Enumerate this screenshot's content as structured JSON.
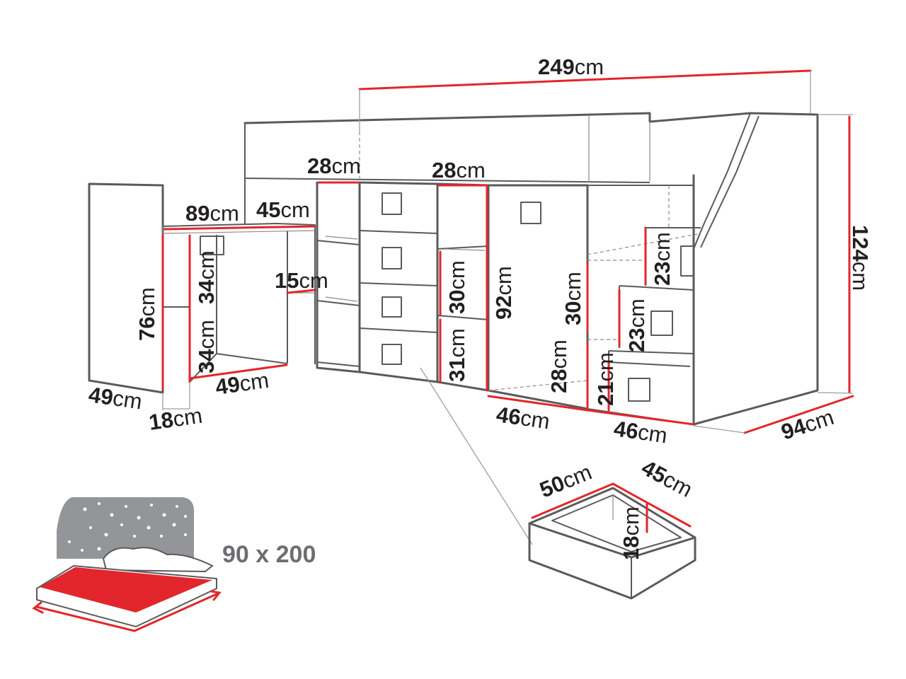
{
  "colors": {
    "dimension_line": "#e3262b",
    "outline": "#595a5c",
    "text": "#231f20",
    "caption": "#6d6e71",
    "mattress": "#e3262b",
    "headboard": "#939598"
  },
  "dimensions": {
    "total_length": {
      "value": "249",
      "unit": "cm"
    },
    "height": {
      "value": "124",
      "unit": "cm"
    },
    "depth": {
      "value": "94",
      "unit": "cm"
    },
    "top_cabinet_left": {
      "value": "28",
      "unit": "cm"
    },
    "top_cabinet_right": {
      "value": "28",
      "unit": "cm"
    },
    "desk_length": {
      "value": "89",
      "unit": "cm"
    },
    "desk_depth": {
      "value": "45",
      "unit": "cm"
    },
    "desk_height": {
      "value": "76",
      "unit": "cm"
    },
    "desk_shelf_upper": {
      "value": "34",
      "unit": "cm"
    },
    "desk_shelf_lower": {
      "value": "34",
      "unit": "cm"
    },
    "desk_shelf_gap": {
      "value": "15",
      "unit": "cm"
    },
    "desk_side_depth": {
      "value": "49",
      "unit": "cm"
    },
    "desk_shelf_depth": {
      "value": "18",
      "unit": "cm"
    },
    "desk_bottom_length": {
      "value": "49",
      "unit": "cm"
    },
    "shelf_upper": {
      "value": "30",
      "unit": "cm"
    },
    "shelf_lower": {
      "value": "31",
      "unit": "cm"
    },
    "wardrobe_height": {
      "value": "92",
      "unit": "cm"
    },
    "wardrobe_width": {
      "value": "46",
      "unit": "cm"
    },
    "step_niche_upper": {
      "value": "30",
      "unit": "cm"
    },
    "step_niche_lower": {
      "value": "28",
      "unit": "cm"
    },
    "step_top": {
      "value": "23",
      "unit": "cm"
    },
    "step_middle": {
      "value": "23",
      "unit": "cm"
    },
    "step_bottom": {
      "value": "21",
      "unit": "cm"
    },
    "stairs_width": {
      "value": "46",
      "unit": "cm"
    },
    "drawer_width": {
      "value": "50",
      "unit": "cm"
    },
    "drawer_depth": {
      "value": "45",
      "unit": "cm"
    },
    "drawer_height": {
      "value": "18",
      "unit": "cm"
    }
  },
  "mattress_size": "90 x 200"
}
